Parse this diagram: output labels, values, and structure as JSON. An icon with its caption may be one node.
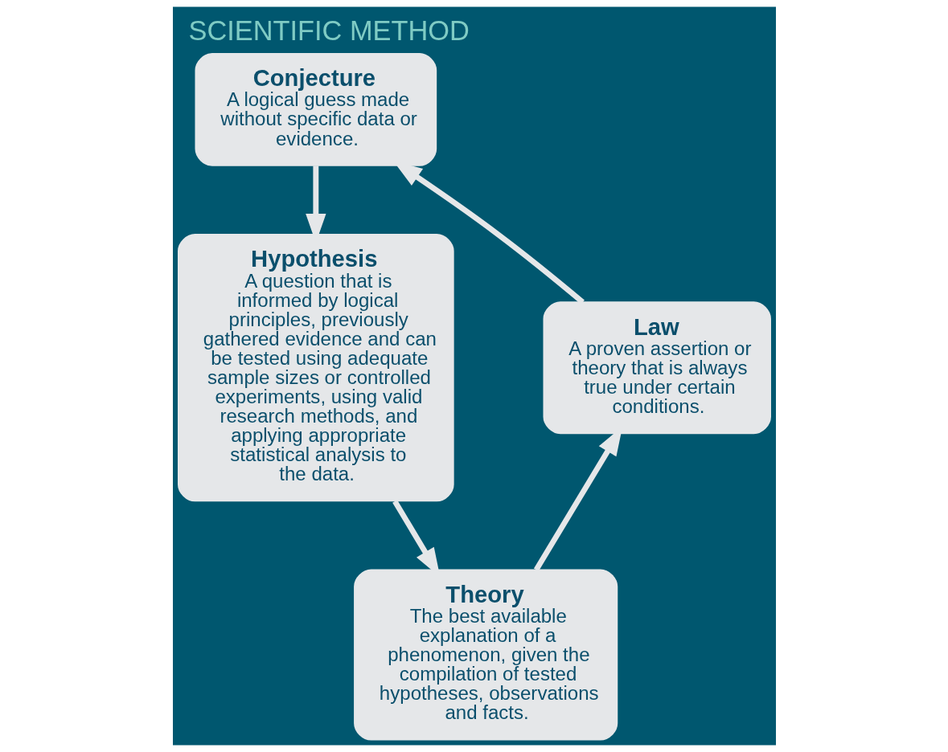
{
  "diagram": {
    "title": "SCIENTIFIC METHOD",
    "nodes": [
      {
        "text": [
          "Conjecture",
          "A logical guess made without specific data or evidence."
        ]
      },
      {
        "text": [
          "Hypothesis",
          "A question that is informed by logical principles, previously gathered evidence and can be tested using adequate sample sizes or controlled experiments, using valid research methods, and applying appropriate statistical analysis to the data."
        ]
      },
      {
        "text": [
          "Theory",
          "The best available explanation of a phenomenon, given the compilation of tested hypotheses, observations and facts."
        ]
      },
      {
        "text": [
          "Law",
          "A proven assertion or theory that is always true under certain conditions."
        ]
      }
    ],
    "edges": [
      {
        "from": 0,
        "to": 1,
        "arrow": "to"
      },
      {
        "from": 1,
        "to": 2,
        "arrow": "to"
      },
      {
        "from": 2,
        "to": 3,
        "arrow": "to"
      },
      {
        "from": 3,
        "to": 0,
        "arrow": "to"
      }
    ]
  }
}
